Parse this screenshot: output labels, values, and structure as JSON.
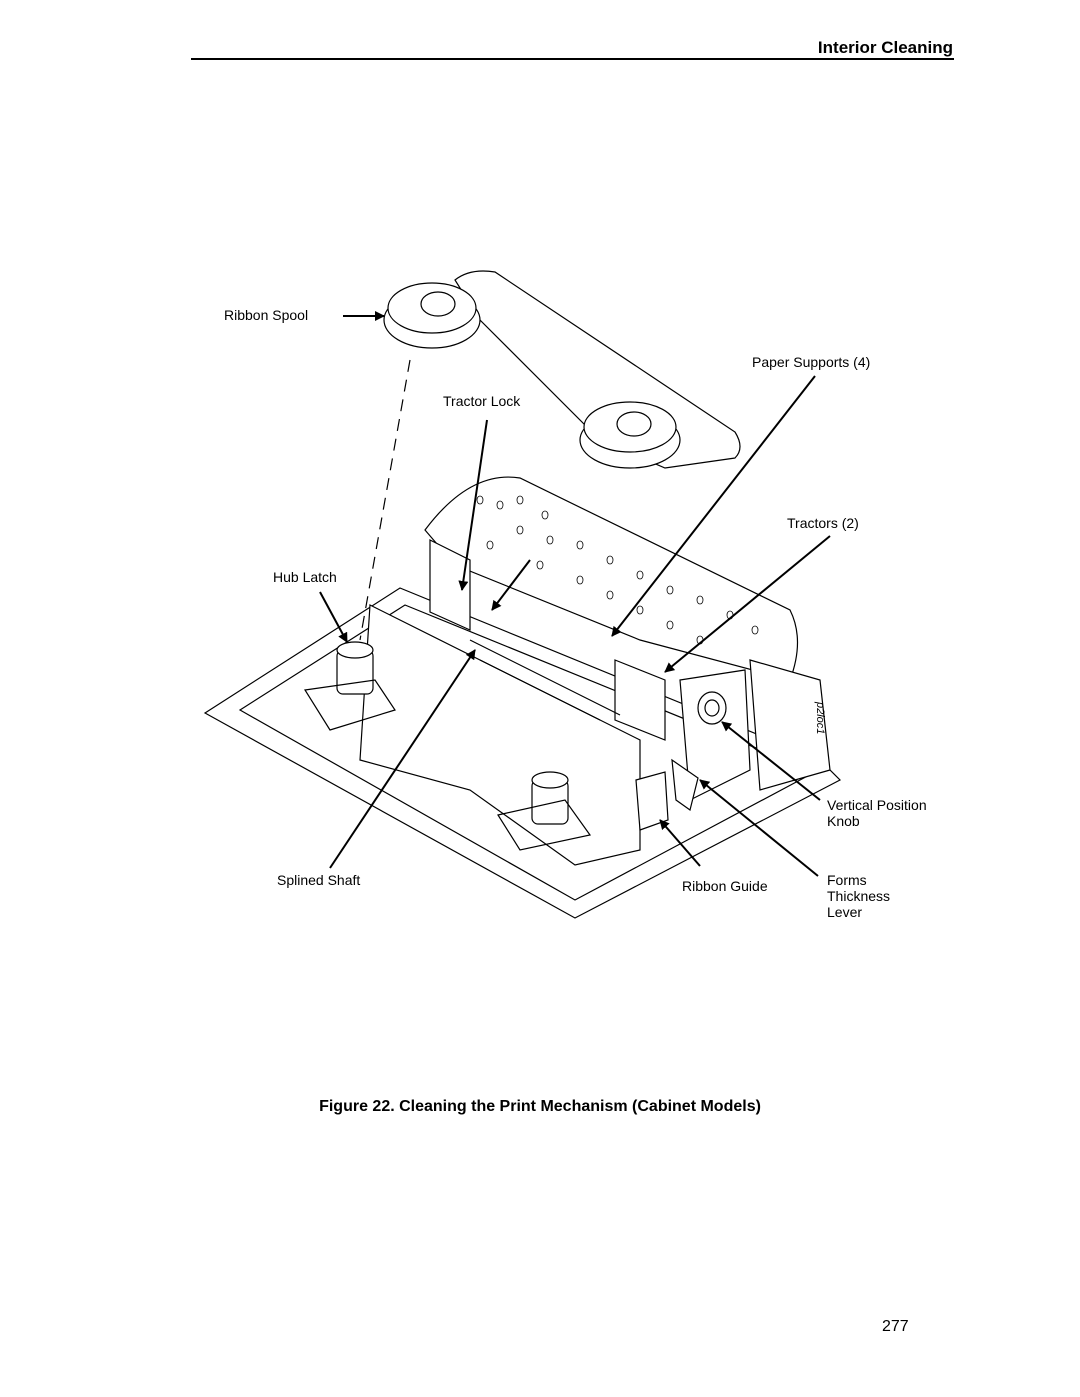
{
  "header": {
    "title": "Interior Cleaning"
  },
  "figure": {
    "callouts": {
      "ribbon_spool": "Ribbon Spool",
      "paper_supports": "Paper Supports (4)",
      "tractor_lock": "Tractor Lock",
      "tractors": "Tractors (2)",
      "hub_latch": "Hub Latch",
      "vertical_position_knob_1": "Vertical Position",
      "vertical_position_knob_2": "Knob",
      "splined_shaft": "Splined Shaft",
      "ribbon_guide": "Ribbon Guide",
      "forms_thickness_lever_1": "Forms",
      "forms_thickness_lever_2": "Thickness",
      "forms_thickness_lever_3": "Lever"
    },
    "drawing_code": "p2loc1",
    "caption": "Figure 22. Cleaning the Print Mechanism (Cabinet Models)"
  },
  "footer": {
    "page_number": "277"
  }
}
